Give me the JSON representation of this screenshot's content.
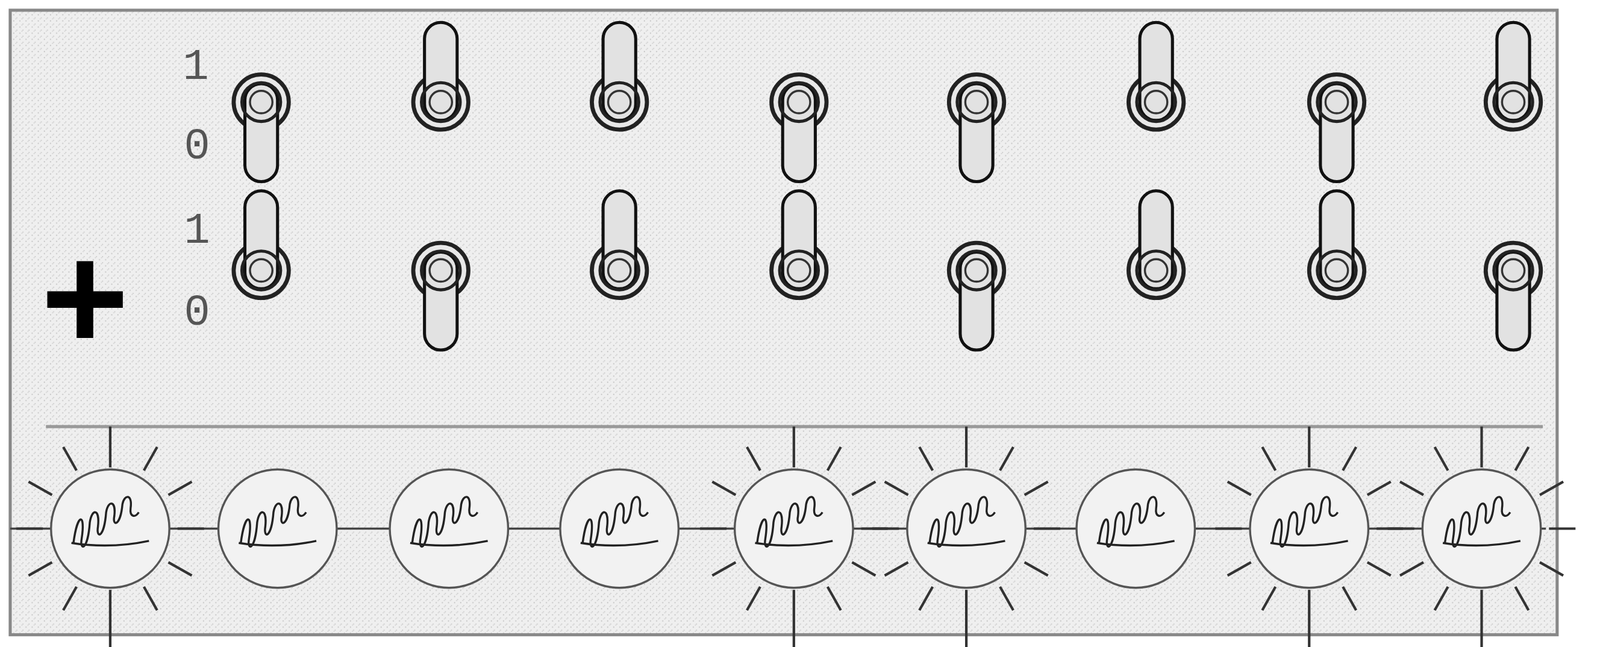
{
  "diagram": {
    "labels": [
      "1",
      "0",
      "1",
      "0",
      "+"
    ]
  }
}
